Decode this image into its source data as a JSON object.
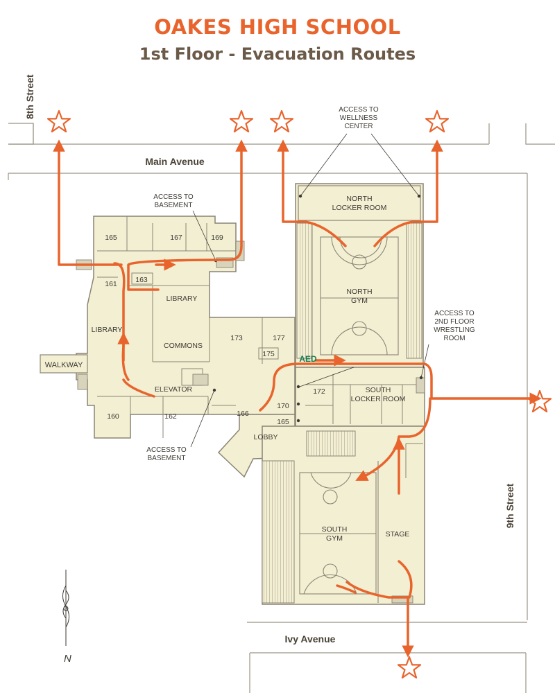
{
  "title": "OAKES HIGH SCHOOL",
  "subtitle": "1st Floor - Evacuation Routes",
  "streets": {
    "eighth": "8th Street",
    "main": "Main Avenue",
    "ninth": "9th Street",
    "ivy": "Ivy Avenue",
    "walkway": "WALKWAY"
  },
  "rooms": {
    "r165a": "165",
    "r167": "167",
    "r169": "169",
    "r161": "161",
    "r163": "163",
    "library_right": "LIBRARY",
    "library_left": "LIBRARY",
    "commons": "COMMONS",
    "r173": "173",
    "r177": "177",
    "r175": "175",
    "elevator": "ELEVATOR",
    "r160": "160",
    "r162": "162",
    "r166": "166",
    "lobby": "LOBBY",
    "r170": "170",
    "r165b": "165",
    "r172": "172",
    "north_locker_1": "NORTH",
    "north_locker_2": "LOCKER ROOM",
    "north_gym_1": "NORTH",
    "north_gym_2": "GYM",
    "south_locker_1": "SOUTH",
    "south_locker_2": "LOCKER ROOM",
    "south_gym_1": "SOUTH",
    "south_gym_2": "GYM",
    "stage": "STAGE"
  },
  "callouts": {
    "basement_top_1": "ACCESS TO",
    "basement_top_2": "BASEMENT",
    "wellness_1": "ACCESS TO",
    "wellness_2": "WELLNESS",
    "wellness_3": "CENTER",
    "wrestling_1": "ACCESS TO",
    "wrestling_2": "2ND FLOOR",
    "wrestling_3": "WRESTLING",
    "wrestling_4": "ROOM",
    "basement_bottom_1": "ACCESS TO",
    "basement_bottom_2": "BASEMENT",
    "aed": "AED"
  },
  "compass": "N",
  "colors": {
    "route": "#e8642c",
    "building": "#f3efd3",
    "wall": "#8a8474",
    "aed": "#1f7a4f",
    "title": "#e8642c",
    "subtitle": "#6b5a48"
  }
}
